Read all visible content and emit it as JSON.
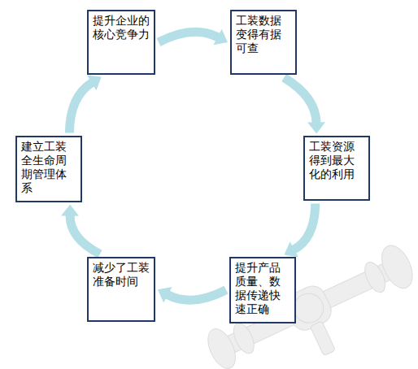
{
  "diagram": {
    "nodes": [
      {
        "text": [
          "提升企业的核心竞争力"
        ]
      },
      {
        "text": [
          "工装数据变得有据可查"
        ]
      },
      {
        "text": [
          "工装资源得到最大化的利用"
        ]
      },
      {
        "text": [
          "提升产品质量、数据传递快速正确"
        ]
      },
      {
        "text": [
          "减少了工装准备时间"
        ]
      },
      {
        "text": [
          "建立工装全生命周期管理体系"
        ]
      }
    ],
    "edges": [
      {
        "from": 0,
        "to": 1,
        "arrow": "to"
      },
      {
        "from": 1,
        "to": 2,
        "arrow": "to"
      },
      {
        "from": 2,
        "to": 3,
        "arrow": "to"
      },
      {
        "from": 3,
        "to": 4,
        "arrow": "to"
      },
      {
        "from": 4,
        "to": 5,
        "arrow": "to"
      },
      {
        "from": 5,
        "to": 0,
        "arrow": "to"
      }
    ]
  }
}
